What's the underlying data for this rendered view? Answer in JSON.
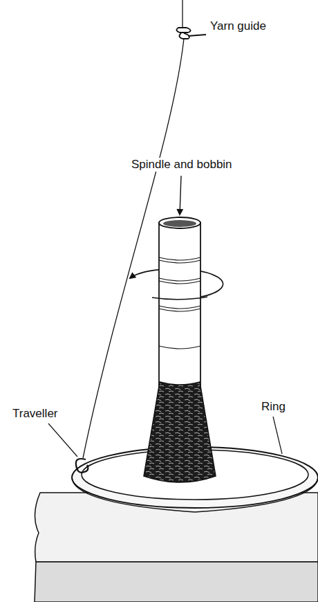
{
  "diagram": {
    "labels": [
      "Yarn guide",
      "Spindle and bobbin",
      "Traveller",
      "Ring"
    ]
  }
}
